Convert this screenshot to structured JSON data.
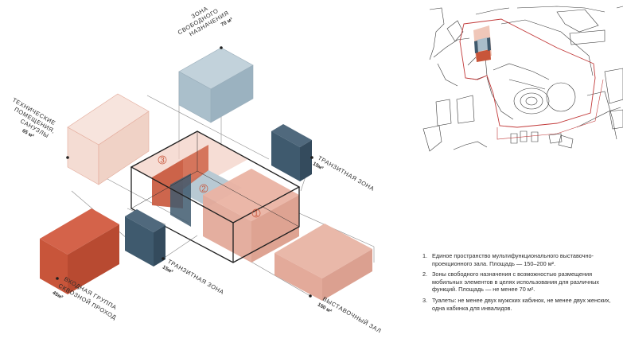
{
  "labels": {
    "free_zone": {
      "lines": [
        "ЗОНА",
        "СВОБОДНОГО",
        "НАЗНАЧЕНИЯ"
      ],
      "area": "70 м²"
    },
    "tech": {
      "lines": [
        "ТЕХНИЧЕСКИЕ",
        "ПОМЕЩЕНИЯ,",
        "САНУЗЛЫ"
      ],
      "area": "65 м²"
    },
    "transit_right": {
      "lines": [
        "ТРАНЗИТНАЯ ЗОНА"
      ],
      "area": "15м²"
    },
    "transit_left": {
      "lines": [
        "ТРАНЗИТНАЯ ЗОНА"
      ],
      "area": "15м²"
    },
    "entrance": {
      "lines": [
        "ВХОДНАЯ ГРУППА",
        "СКВОЗНОЙ ПРОХОД"
      ],
      "area": "45м²"
    },
    "hall": {
      "lines": [
        "ВЫСТАВОЧНЫЙ ЗАЛ"
      ],
      "area": "150 м²"
    }
  },
  "markers": [
    "1",
    "2",
    "3"
  ],
  "legend": [
    {
      "num": "1.",
      "text": "Единое пространство мультифункционального выставочно-проекционного зала. Площадь — 150–200 м²."
    },
    {
      "num": "2.",
      "text": "Зоны свободного назначения с возможностью размещения мобильных элементов в целях использования для различных функций. Площадь — не менее 70 м²."
    },
    {
      "num": "3.",
      "text": "Туалеты: не менее двух мужских кабинок, не менее двух женских, одна кабинка для инвалидов."
    }
  ],
  "colors": {
    "orange": "#c8553a",
    "pink": "#e3aa9a",
    "light_pink": "#f4dcd3",
    "slate": "#3f5a6e",
    "blue_grey": "#aabfcb",
    "line": "#2b2b2b"
  }
}
